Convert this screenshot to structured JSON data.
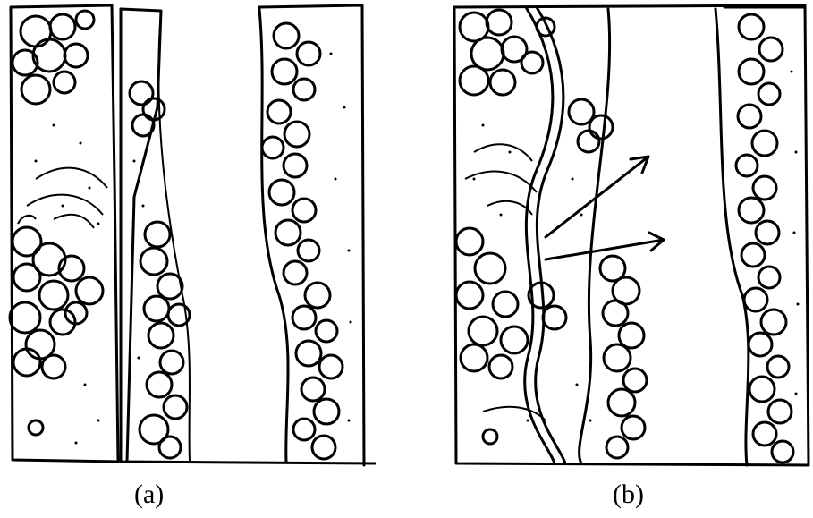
{
  "figure": {
    "panels": [
      {
        "id": "a",
        "caption": "(a)"
      },
      {
        "id": "b",
        "caption": "(b)"
      }
    ]
  },
  "colors": {
    "ink": "#000000",
    "paper": "#ffffff"
  },
  "icons": {
    "arrow": "arrow-icon"
  }
}
